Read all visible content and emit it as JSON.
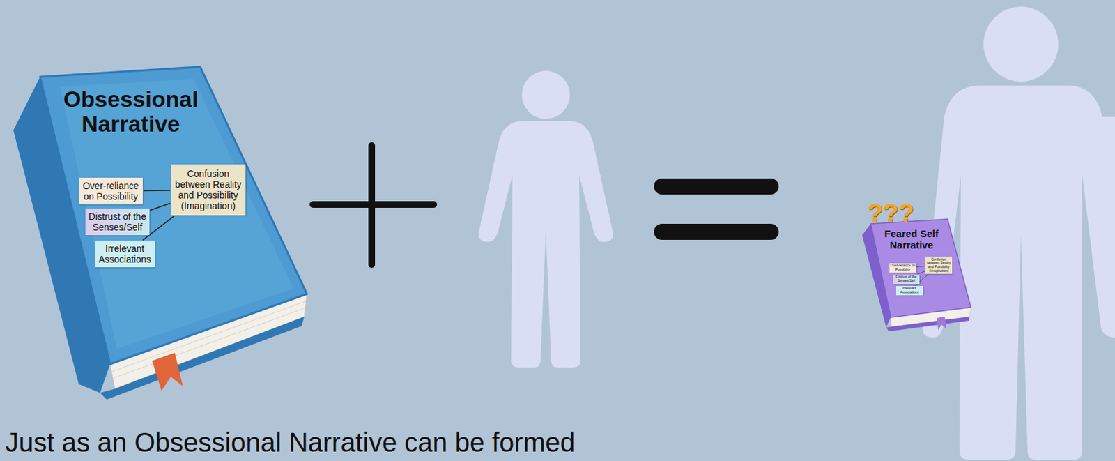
{
  "diagram": {
    "nodes": [
      {
        "text": [
          "Obsessional Narrative"
        ]
      },
      {
        "text": [
          "Over-reliance on Possibility"
        ],
        "in": 0
      },
      {
        "text": [
          "Distrust of the Senses/Self"
        ],
        "in": 0
      },
      {
        "text": [
          "Irrelevant Associations"
        ],
        "in": 0
      },
      {
        "text": [
          "Confusion between Reality and Possibility (Imagination)"
        ],
        "in": 0
      },
      {
        "text": [
          "Feared Self Narrative"
        ]
      },
      {
        "text": [
          "Over-reliance on Possibility"
        ],
        "in": 5
      },
      {
        "text": [
          "Distrust of the Senses/Self"
        ],
        "in": 5
      },
      {
        "text": [
          "Irrelevant Associations"
        ],
        "in": 5
      },
      {
        "text": [
          "Confusion between Reality and Possibility (Imagination)"
        ],
        "in": 5
      }
    ],
    "edges": [
      {
        "from": 1,
        "to": 4,
        "arrow": "none"
      },
      {
        "from": 2,
        "to": 4,
        "arrow": "none"
      },
      {
        "from": 3,
        "to": 4,
        "arrow": "none"
      },
      {
        "from": 6,
        "to": 9,
        "arrow": "none"
      },
      {
        "from": 7,
        "to": 9,
        "arrow": "none"
      },
      {
        "from": 8,
        "to": 9,
        "arrow": "none"
      }
    ],
    "labels": [
      "???",
      "Just as an Obsessional Narrative can be formed"
    ]
  }
}
